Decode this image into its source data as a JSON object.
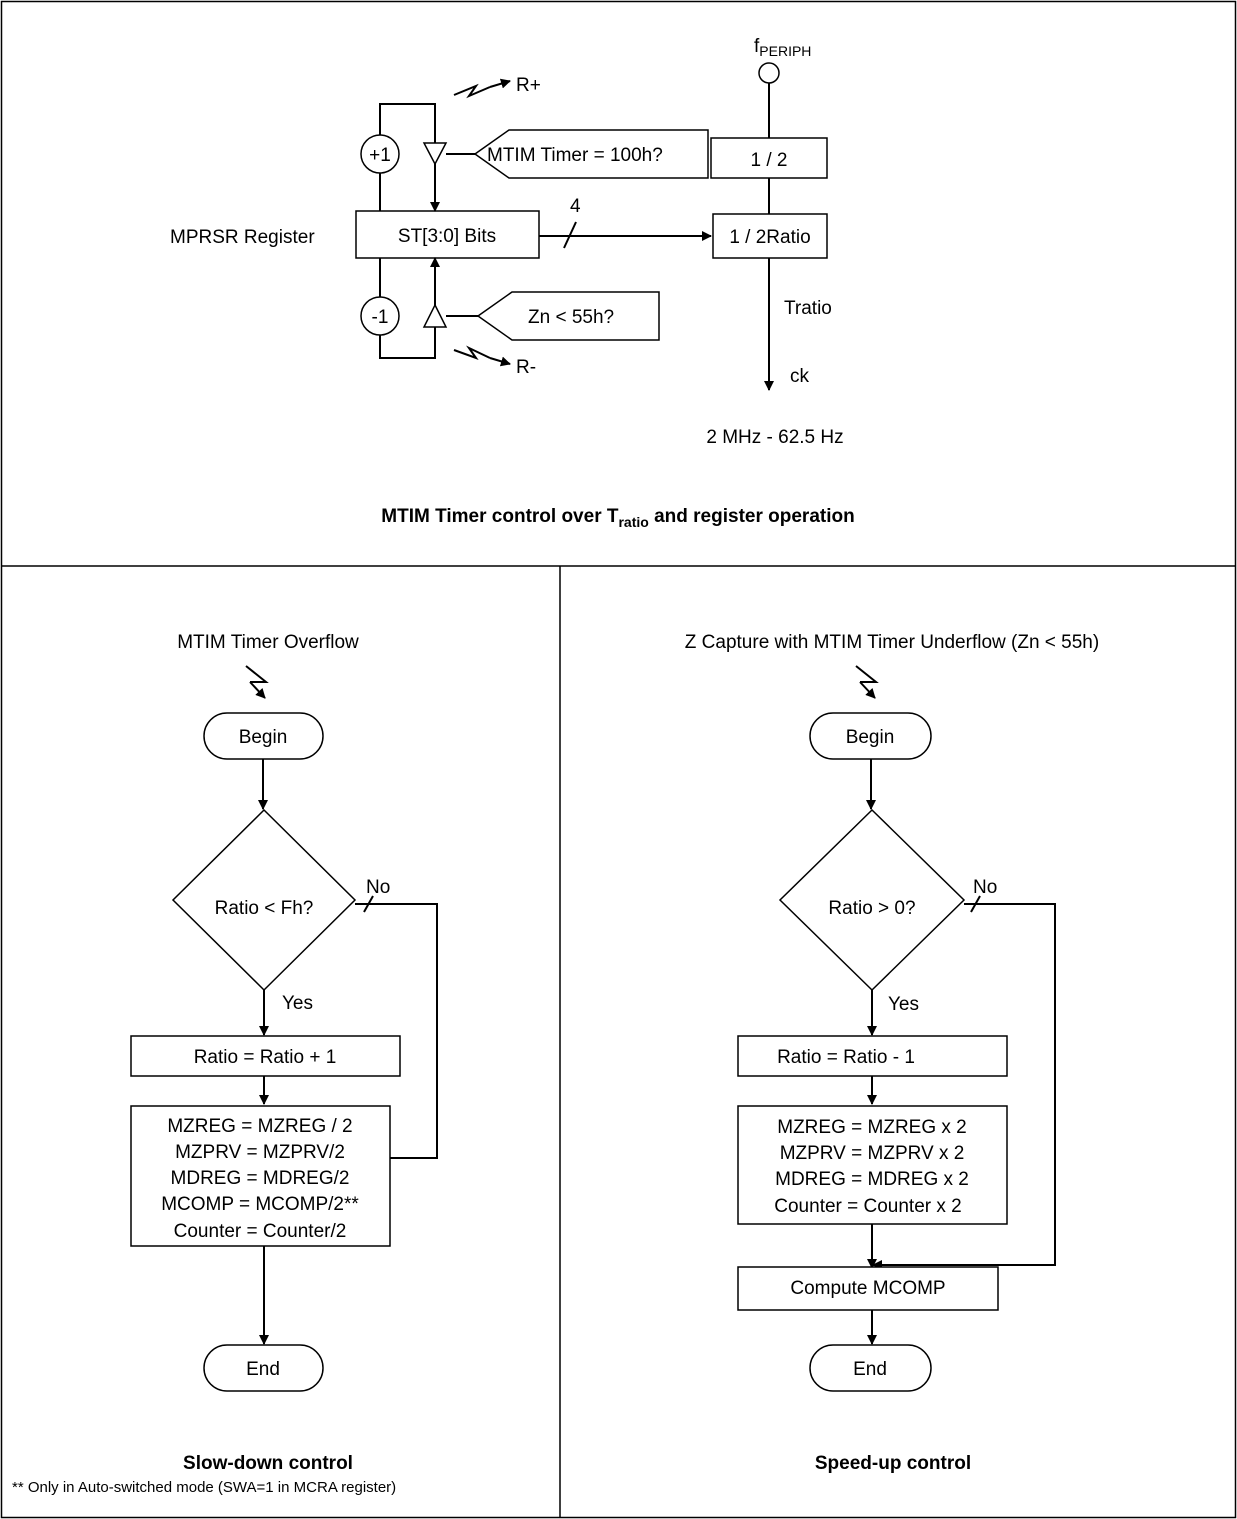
{
  "top": {
    "f_main": "f",
    "f_sub": "PERIPH",
    "r_plus": "R+",
    "r_minus": "R-",
    "plus1": "+1",
    "minus1": "-1",
    "mtim_condition": "MTIM Timer = 100h?",
    "zn_condition": "Zn < 55h?",
    "register_label": "MPRSR Register",
    "st_bits": "ST[3:0] Bits",
    "bus_width": "4",
    "div_half": "1 / 2",
    "div_ratio": "1 / 2Ratio",
    "tratio": "Tratio",
    "ck": "ck",
    "freq_range": "2 MHz - 62.5 Hz",
    "caption_pre": "MTIM Timer control over T",
    "caption_sub": "ratio",
    "caption_post": " and register operation"
  },
  "slowdown": {
    "trigger": "MTIM Timer Overflow",
    "begin": "Begin",
    "decision": "Ratio < Fh?",
    "no": "No",
    "yes": "Yes",
    "step1": "Ratio = Ratio + 1",
    "step2": [
      "MZREG = MZREG / 2",
      "MZPRV = MZPRV/2",
      "MDREG = MDREG/2",
      "MCOMP = MCOMP/2**",
      "Counter = Counter/2"
    ],
    "end": "End",
    "caption": "Slow-down control",
    "footnote": "** Only in Auto-switched mode (SWA=1 in MCRA register)"
  },
  "speedup": {
    "trigger": "Z Capture with MTIM Timer Underflow (Zn < 55h)",
    "begin": "Begin",
    "decision": "Ratio > 0?",
    "no": "No",
    "yes": "Yes",
    "step1": "Ratio = Ratio - 1",
    "step2": [
      "MZREG = MZREG x 2",
      "MZPRV = MZPRV x 2",
      "MDREG = MDREG x 2",
      "Counter = Counter x 2"
    ],
    "step3": "Compute MCOMP",
    "end": "End",
    "caption": "Speed-up control"
  }
}
